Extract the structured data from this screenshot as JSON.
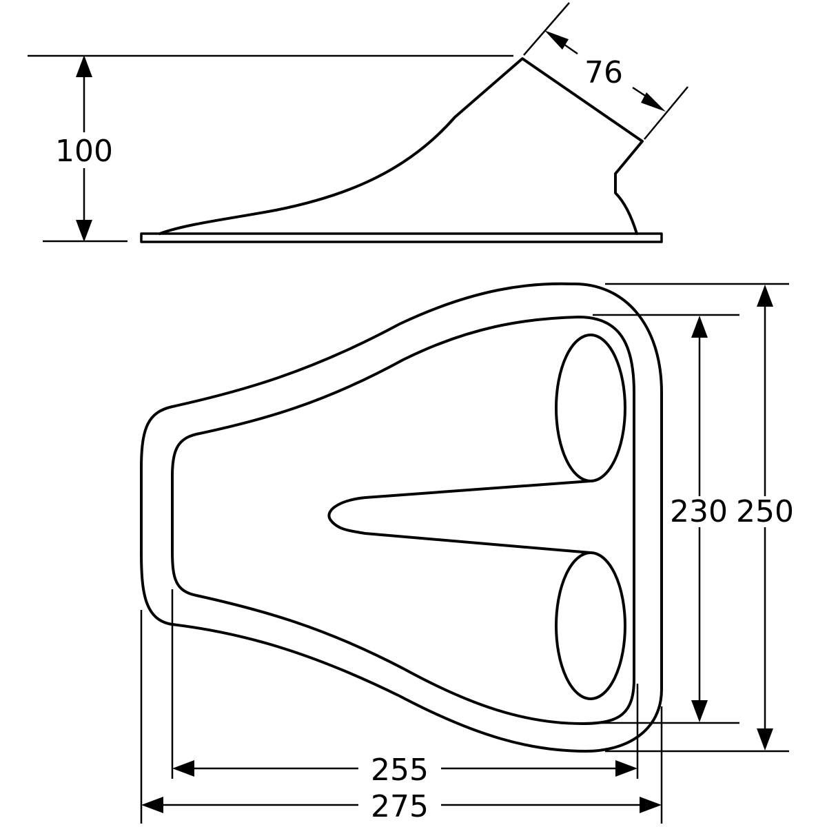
{
  "dimensions": {
    "side_height": "100",
    "outlet_length": "76",
    "inner_width": "230",
    "outer_width": "250",
    "inner_length": "255",
    "outer_length": "275"
  }
}
